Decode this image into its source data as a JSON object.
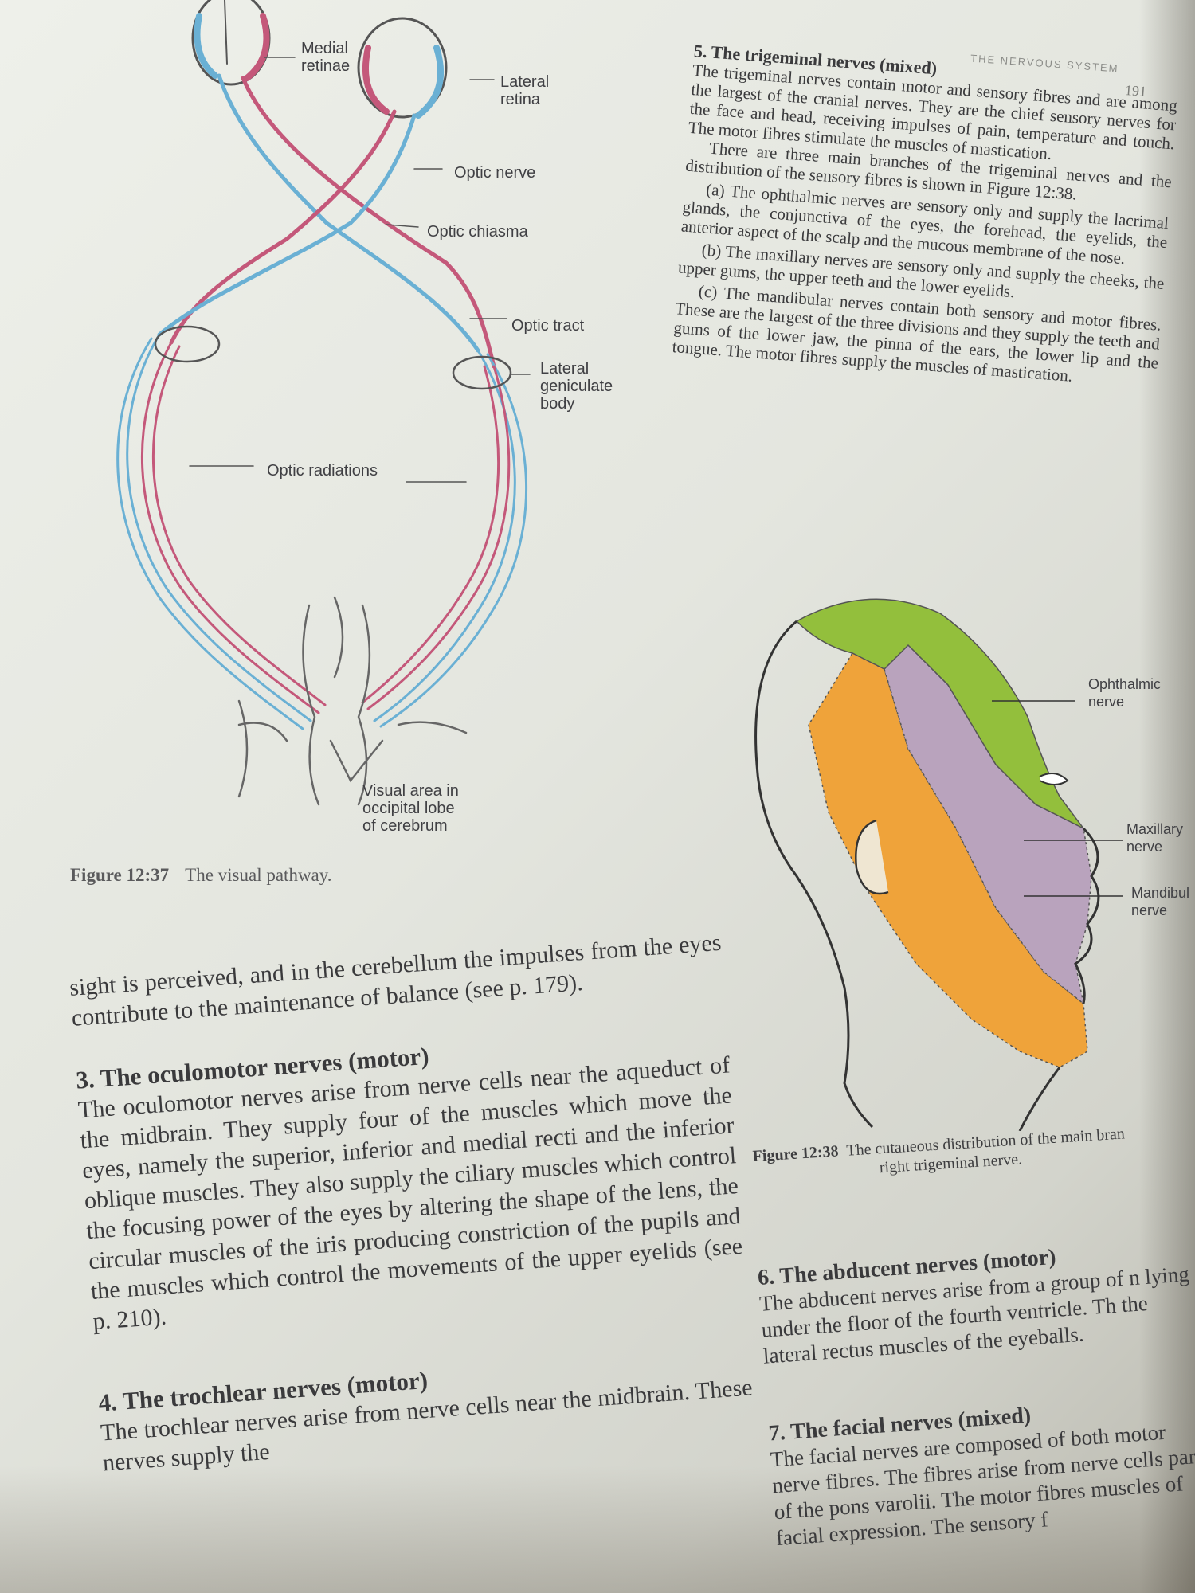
{
  "running_head": "THE NERVOUS SYSTEM",
  "page_number": "191",
  "figure_12_37": {
    "labels": {
      "medial_retinae": [
        "Medial",
        "retinae"
      ],
      "lateral_retina": [
        "Lateral",
        "retina"
      ],
      "optic_nerve": "Optic nerve",
      "optic_chiasma": "Optic chiasma",
      "optic_tract": "Optic tract",
      "lateral_geniculate_body": [
        "Lateral",
        "geniculate",
        "body"
      ],
      "optic_radiations": "Optic radiations",
      "visual_area": [
        "Visual area in",
        "occipital lobe",
        "of cerebrum"
      ]
    },
    "caption_number": "Figure 12:37",
    "caption_text": "The visual pathway."
  },
  "trigeminal": {
    "heading": "5. The trigeminal nerves (mixed)",
    "p1": "The trigeminal nerves contain motor and sensory fibres and are among the largest of the cranial nerves. They are the chief sensory nerves for the face and head, receiving impulses of pain, temperature and touch. The motor fibres stimulate the muscles of mastication.",
    "p2": "There are three main branches of the trigeminal nerves and the distribution of the sensory fibres is shown in Figure 12:38.",
    "a": "(a) The ophthalmic nerves are sensory only and supply the lacrimal glands, the conjunctiva of the eyes, the forehead, the eyelids, the anterior aspect of the scalp and the mucous membrane of the nose.",
    "b": "(b) The maxillary nerves are sensory only and supply the cheeks, the upper gums, the upper teeth and the lower eyelids.",
    "c": "(c) The mandibular nerves contain both sensory and motor fibres. These are the largest of the three divisions and they supply the teeth and gums of the lower jaw, the pinna of the ears, the lower lip and the tongue. The motor fibres supply the muscles of mastication."
  },
  "figure_12_38": {
    "labels": {
      "ophthalmic": [
        "Ophthalmic",
        "nerve"
      ],
      "maxillary": [
        "Maxillary",
        "nerve"
      ],
      "mandibular": [
        "Mandibul",
        "nerve"
      ]
    },
    "caption_number": "Figure 12:38",
    "caption_line1": "The cutaneous distribution of the main bran",
    "caption_line2": "right trigeminal nerve.",
    "colors": {
      "ophthalmic": "#93bf3c",
      "maxillary": "#b9a3bd",
      "mandibular": "#efa33a"
    }
  },
  "left_column": {
    "continued": "sight is perceived, and in the cerebellum the impulses from the eyes contribute to the maintenance of balance (see p. 179).",
    "oculomotor_heading": "3. The oculomotor nerves (motor)",
    "oculomotor_text": "The oculomotor nerves arise from nerve cells near the aqueduct of the midbrain. They supply four of the muscles which move the eyes, namely the superior, inferior and medial recti and the inferior oblique muscles. They also supply the ciliary muscles which control the focusing power of the eyes by altering the shape of the lens, the circular muscles of the iris producing constriction of the pupils and the muscles which control the movements of the upper eyelids (see p. 210).",
    "trochlear_heading": "4. The trochlear nerves (motor)",
    "trochlear_text": "The trochlear nerves arise from nerve cells near the midbrain. These nerves supply the"
  },
  "right_bottom": {
    "abducent_heading": "6. The abducent nerves (motor)",
    "abducent_text": "The abducent nerves arise from a group of n lying under the floor of the fourth ventricle. Th the lateral rectus muscles of the eyeballs.",
    "facial_heading": "7. The facial nerves (mixed)",
    "facial_text": "The facial nerves are composed of both motor nerve fibres. The fibres arise from nerve cells part of the pons varolii. The motor fibres muscles of facial expression. The sensory f"
  },
  "pathway_colors": {
    "crossed": "#c4587a",
    "uncrossed": "#6ab0d4"
  }
}
